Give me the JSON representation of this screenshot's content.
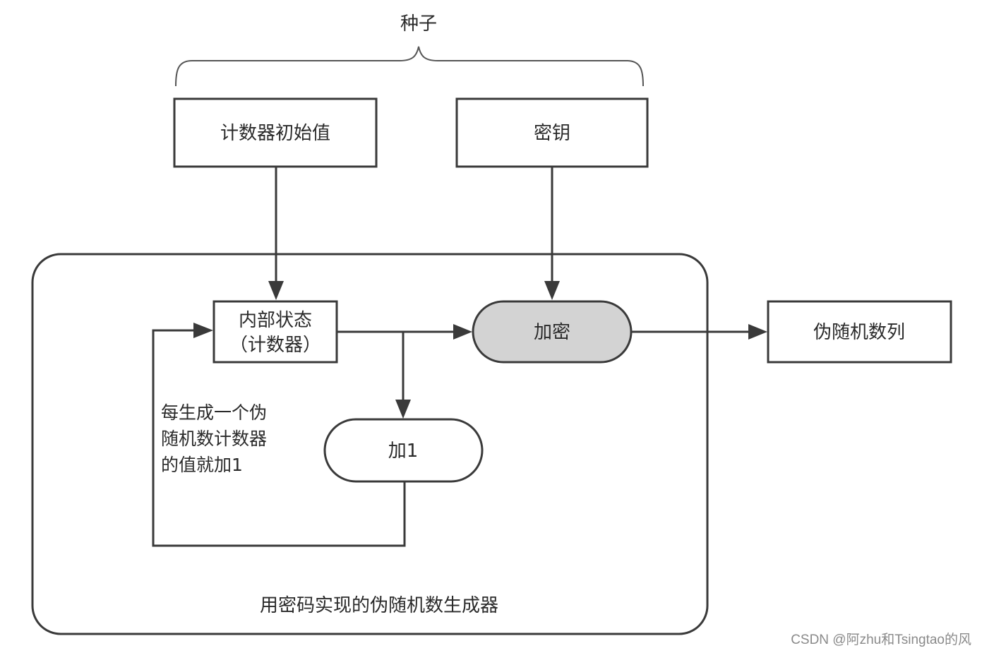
{
  "diagram": {
    "seed_label": "种子",
    "counter_init_label": "计数器初始值",
    "key_label": "密钥",
    "internal_state_line1": "内部状态",
    "internal_state_line2": "（计数器）",
    "encrypt_label": "加密",
    "plus_one_label": "加1",
    "output_label": "伪随机数列",
    "note_lines": [
      "每生成一个伪",
      "随机数计数器",
      "的值就加1"
    ],
    "container_label": "用密码实现的伪随机数生成器"
  },
  "watermark": "CSDN @阿zhu和Tsingtao的风",
  "colors": {
    "stroke": "#3a3a3a",
    "encrypt_fill": "#d3d3d3",
    "background": "#ffffff"
  }
}
